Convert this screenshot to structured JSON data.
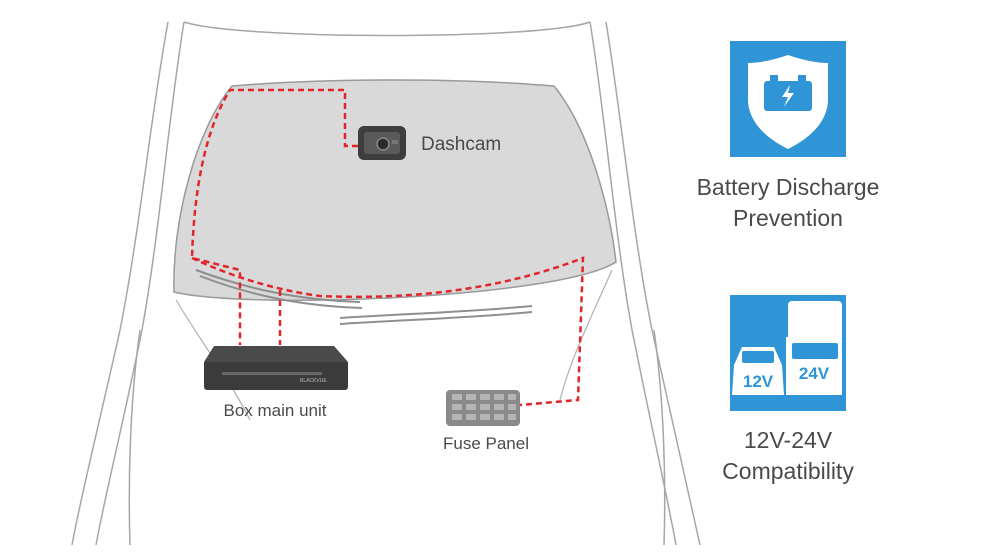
{
  "labels": {
    "dashcam": "Dashcam",
    "box_main_unit": "Box main unit",
    "fuse_panel": "Fuse Panel"
  },
  "features": [
    {
      "icon": "battery-shield-icon",
      "line1": "Battery Discharge",
      "line2": "Prevention"
    },
    {
      "icon": "vehicles-12v-24v-icon",
      "line1": "12V-24V",
      "line2": "Compatibility",
      "badges": [
        "12V",
        "24V"
      ]
    }
  ],
  "box_unit_brand": "BLACKVUE",
  "colors": {
    "wire": "#e0262b",
    "accent": "#2f95d6",
    "windshield": "#d9d9d9",
    "outline": "#9a9a9a",
    "text": "#4a4a4a"
  }
}
